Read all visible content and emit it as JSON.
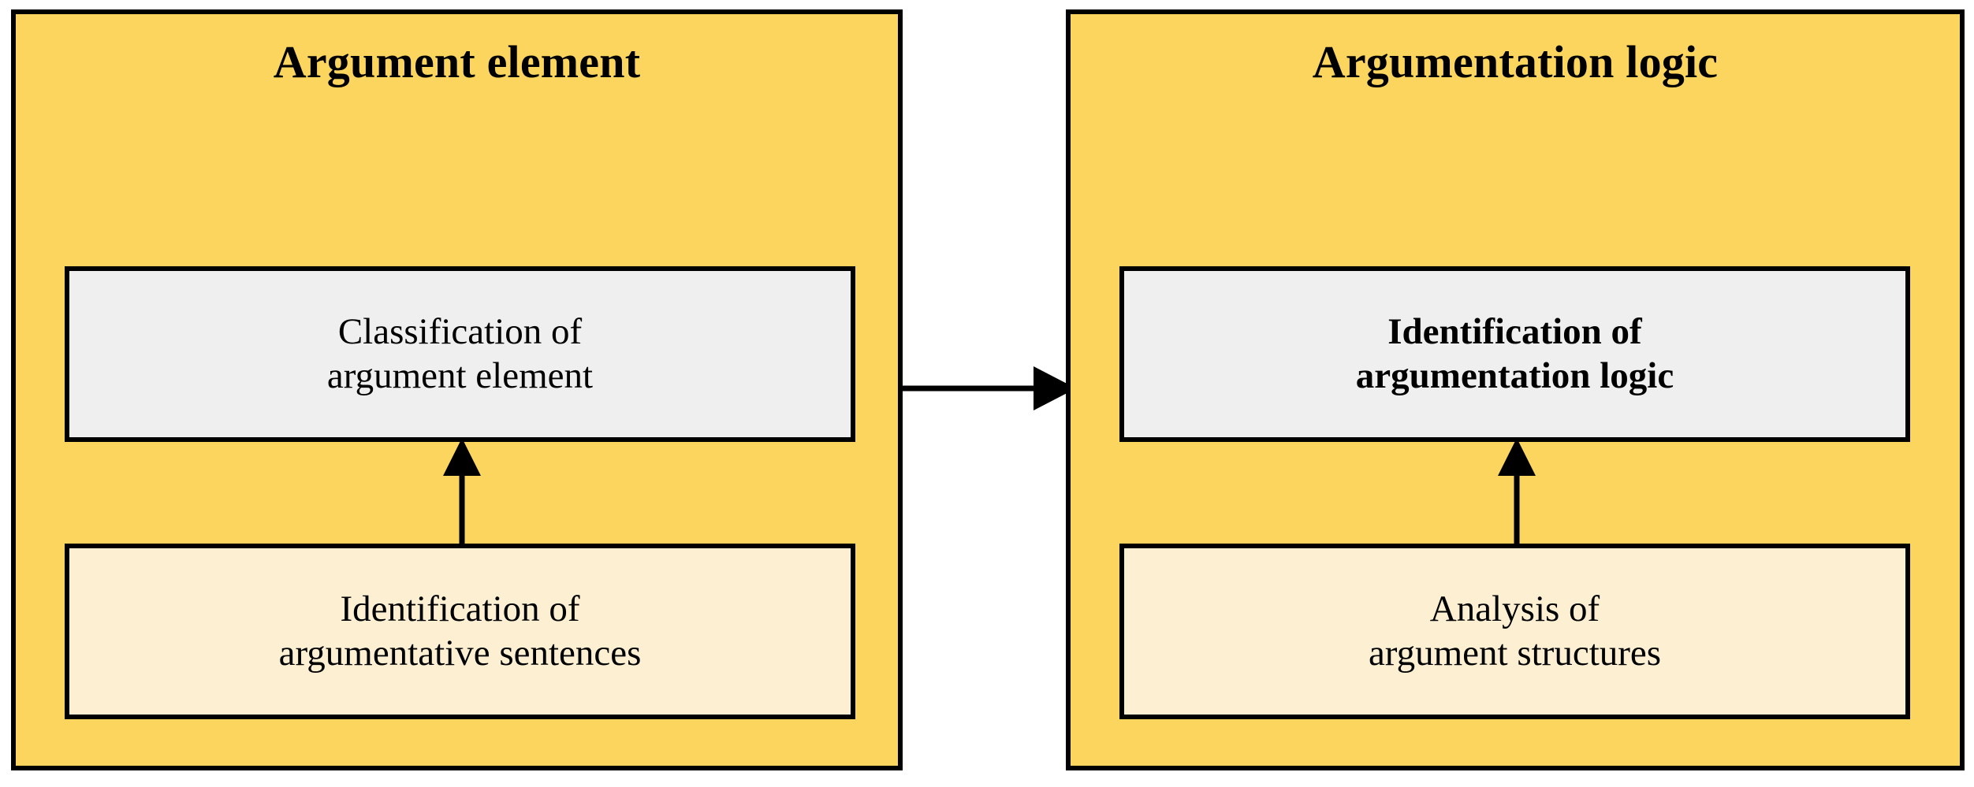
{
  "diagram": {
    "type": "flow-diagram",
    "background_color": "#FFFFFF",
    "panel_fill": "#FCD55F",
    "panel_border_color": "#000000",
    "top_box_fill": "#EFEFEF",
    "bottom_box_fill": "#FDF0D2",
    "arrow_color": "#000000",
    "panels": [
      {
        "id": "argument-element",
        "title": "Argument element",
        "top_box": {
          "line1": "Classification of",
          "line2": "argument element",
          "bold": false
        },
        "bottom_box": {
          "line1": "Identification of",
          "line2": "argumentative sentences",
          "bold": false
        },
        "internal_arrow": "bottom-box-to-top-box"
      },
      {
        "id": "argumentation-logic",
        "title": "Argumentation logic",
        "top_box": {
          "line1": "Identification of",
          "line2": "argumentation logic",
          "bold": true
        },
        "bottom_box": {
          "line1": "Analysis of",
          "line2": "argument structures",
          "bold": false
        },
        "internal_arrow": "bottom-box-to-top-box"
      }
    ],
    "connector": {
      "from": "argument-element",
      "to": "argumentation-logic",
      "direction": "left-to-right"
    }
  }
}
